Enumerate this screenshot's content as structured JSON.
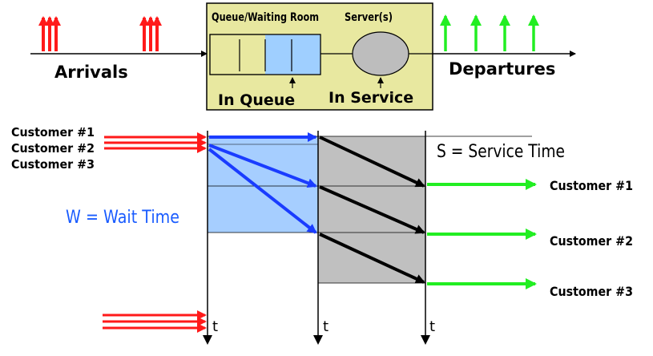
{
  "top": {
    "arrivals_label": "Arrivals",
    "departures_label": "Departures",
    "queue_room_label": "Queue/Waiting Room",
    "servers_label": "Server(s)",
    "in_queue_label": "In Queue",
    "in_service_label": "In Service"
  },
  "timeline": {
    "customers_in": [
      "Customer #1",
      "Customer #2",
      "Customer #3"
    ],
    "customers_out": [
      "Customer #1",
      "Customer #2",
      "Customer #3"
    ],
    "wait_time_label": "W = Wait Time",
    "service_time_label": "S = Service Time",
    "time_axis_label": "t"
  },
  "colors": {
    "arrival": "#ff1a1a",
    "departure": "#22ee22",
    "wait_path": "#1a3cff",
    "service_path": "#000000",
    "queue_box": "#e8e8a0",
    "queue_fill": "#9fcfff",
    "server_fill": "#bdbdbd",
    "wait_region": "#a6ceff",
    "service_region": "#c0c0c0"
  }
}
